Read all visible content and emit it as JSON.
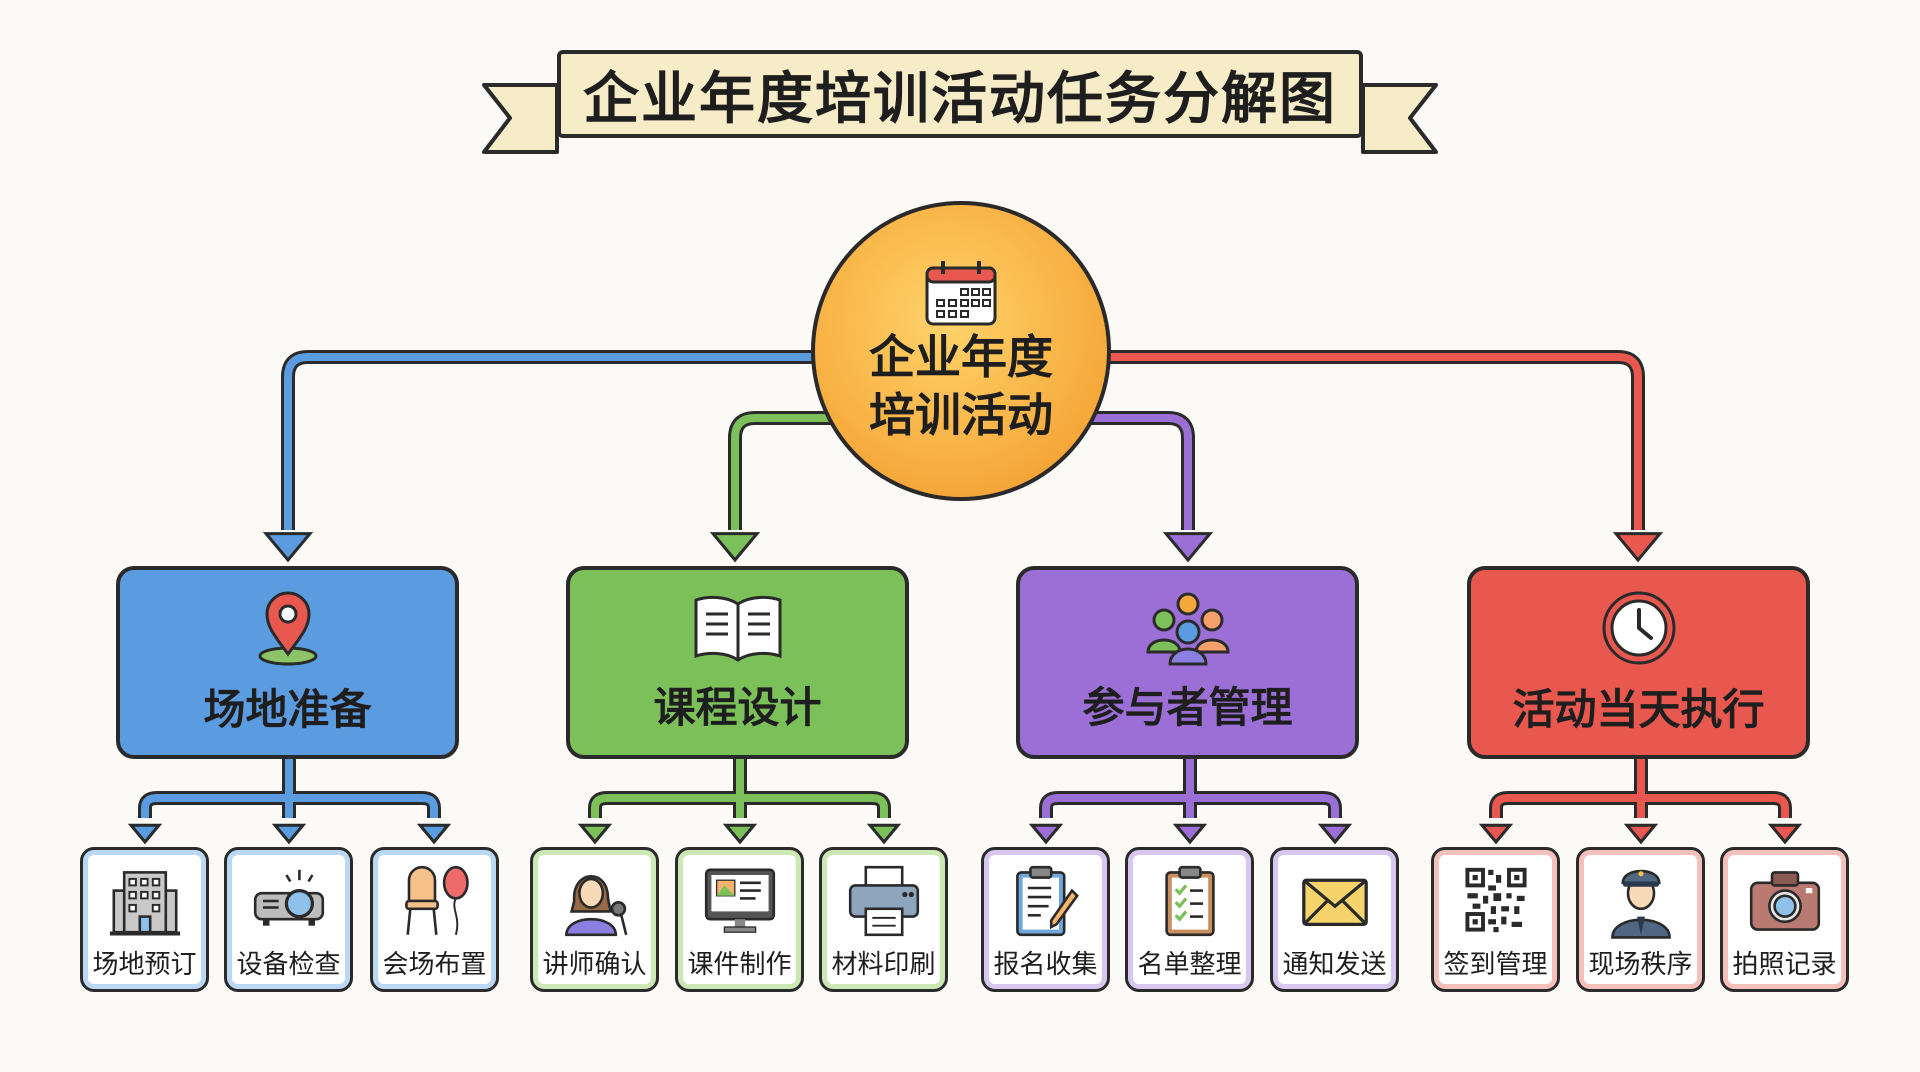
{
  "title": "企业年度培训活动任务分解图",
  "root": {
    "label": "企业年度培训活动",
    "icon": "calendar-icon"
  },
  "colors": {
    "blue": "#5b9be0",
    "green": "#7cc05a",
    "purple": "#9b6fd6",
    "red": "#e8584f",
    "hub": "#f6a93b",
    "banner": "#f6ecc8"
  },
  "categories": [
    {
      "label": "场地准备",
      "icon": "location-pin-icon",
      "color": "#5b9be0",
      "tint": "#b9d8f4",
      "children": [
        {
          "label": "场地预订",
          "icon": "building-icon"
        },
        {
          "label": "设备检查",
          "icon": "projector-icon"
        },
        {
          "label": "会场布置",
          "icon": "chair-balloon-icon"
        }
      ]
    },
    {
      "label": "课程设计",
      "icon": "open-book-icon",
      "color": "#7cc05a",
      "tint": "#cbe8b5",
      "children": [
        {
          "label": "讲师确认",
          "icon": "speaker-icon"
        },
        {
          "label": "课件制作",
          "icon": "monitor-icon"
        },
        {
          "label": "材料印刷",
          "icon": "printer-icon"
        }
      ]
    },
    {
      "label": "参与者管理",
      "icon": "people-group-icon",
      "color": "#9b6fd6",
      "tint": "#d8c6f0",
      "children": [
        {
          "label": "报名收集",
          "icon": "clipboard-pencil-icon"
        },
        {
          "label": "名单整理",
          "icon": "checklist-icon"
        },
        {
          "label": "通知发送",
          "icon": "envelope-icon"
        }
      ]
    },
    {
      "label": "活动当天执行",
      "icon": "clock-icon",
      "color": "#e8584f",
      "tint": "#f4c0bb",
      "children": [
        {
          "label": "签到管理",
          "icon": "qr-code-icon"
        },
        {
          "label": "现场秩序",
          "icon": "security-guard-icon"
        },
        {
          "label": "拍照记录",
          "icon": "camera-icon"
        }
      ]
    }
  ]
}
